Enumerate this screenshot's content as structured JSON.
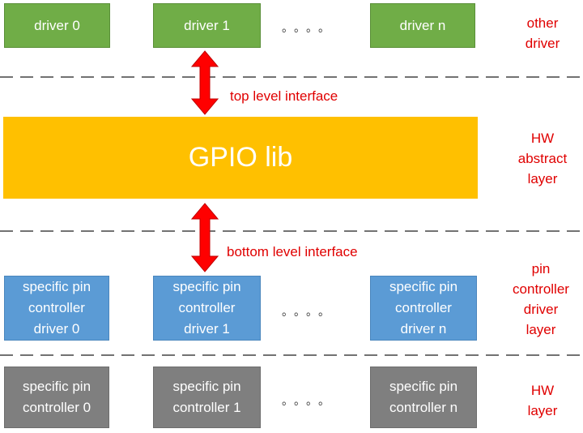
{
  "top_row": {
    "boxes": [
      "driver 0",
      "driver 1",
      "driver n"
    ],
    "ellipsis": "。。。。",
    "side_label": "other\ndriver"
  },
  "top_interface": "top level interface",
  "gpio": {
    "label": "GPIO lib",
    "side_label": "HW\nabstract\nlayer"
  },
  "bottom_interface": "bottom level interface",
  "pin_driver_row": {
    "boxes": [
      "specific pin\ncontroller\ndriver 0",
      "specific pin\ncontroller\ndriver 1",
      "specific pin\ncontroller\ndriver n"
    ],
    "ellipsis": "。。。。",
    "side_label": "pin\ncontroller\ndriver\nlayer"
  },
  "hw_row": {
    "boxes": [
      "specific pin\ncontroller  0",
      "specific pin\ncontroller  1",
      "specific pin\ncontroller  n"
    ],
    "ellipsis": "。。。。",
    "side_label": "HW\nlayer"
  },
  "colors": {
    "driver": "#70ad47",
    "gpio": "#ffc000",
    "pin_driver": "#5b9bd5",
    "hw": "#7f7f7f",
    "label": "#e00000",
    "arrow": "#ff0000"
  }
}
